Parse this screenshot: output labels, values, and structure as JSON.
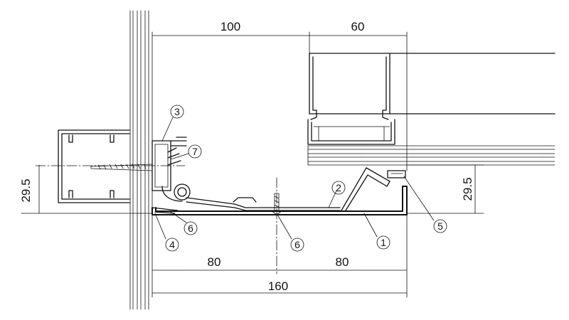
{
  "dimensions": {
    "top_left": "100",
    "top_right": "60",
    "left_vertical": "29.5",
    "right_vertical": "29.5",
    "bottom_left": "80",
    "bottom_right": "80",
    "bottom_total": "160"
  },
  "callouts": {
    "c1": "1",
    "c2": "2",
    "c3": "3",
    "c4": "4",
    "c5": "5",
    "c6a": "6",
    "c6b": "6",
    "c7": "7"
  }
}
